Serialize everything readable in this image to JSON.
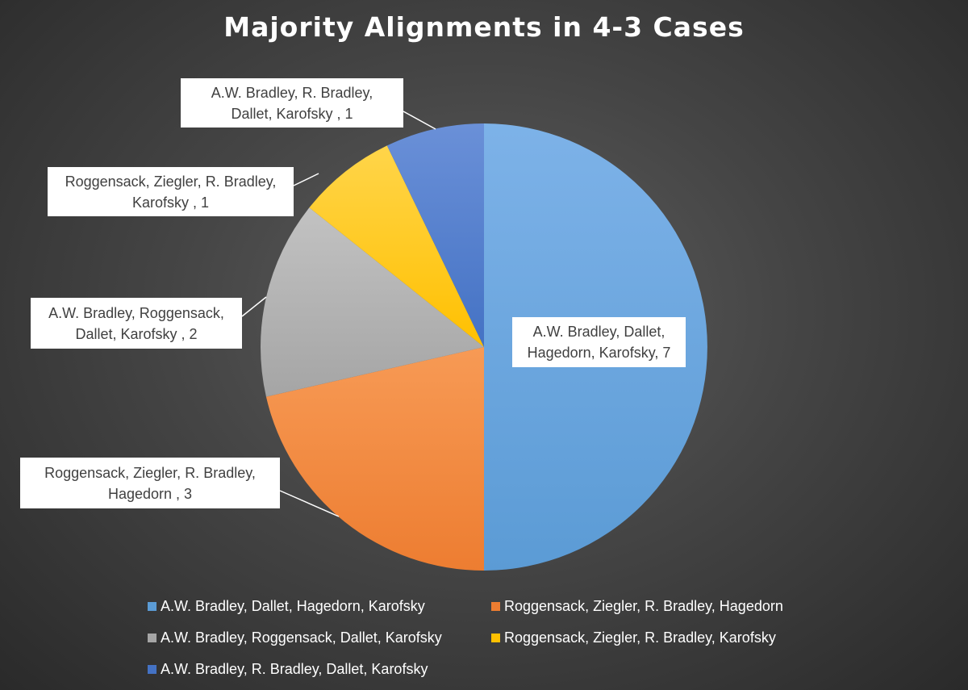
{
  "chart_data": {
    "type": "pie",
    "title": "Majority Alignments in 4-3 Cases",
    "start": "top-clockwise",
    "slices": [
      {
        "name": "A.W. Bradley, Dallet, Hagedorn, Karofsky",
        "value": 7,
        "label_line1": "A.W. Bradley, Dallet,",
        "label_line2": "Hagedorn, Karofsky, 7",
        "color": "#5b9bd5",
        "color_light": "#7db2e8"
      },
      {
        "name": "Roggensack, Ziegler, R. Bradley, Hagedorn",
        "value": 3,
        "label_line1": "Roggensack, Ziegler, R. Bradley,",
        "label_line2": "Hagedorn , 3",
        "color": "#ed7d31",
        "color_light": "#f79a55"
      },
      {
        "name": "A.W. Bradley, Roggensack, Dallet, Karofsky",
        "value": 2,
        "label_line1": "A.W. Bradley, Roggensack,",
        "label_line2": "Dallet, Karofsky , 2",
        "color": "#a5a5a5",
        "color_light": "#c2c2c2"
      },
      {
        "name": "Roggensack, Ziegler, R. Bradley, Karofsky",
        "value": 1,
        "label_line1": "Roggensack, Ziegler, R. Bradley,",
        "label_line2": "Karofsky , 1",
        "color": "#ffc000",
        "color_light": "#ffd54a"
      },
      {
        "name": "A.W. Bradley, R. Bradley, Dallet, Karofsky",
        "value": 1,
        "label_line1": "A.W. Bradley, R. Bradley,",
        "label_line2": "Dallet, Karofsky , 1",
        "color": "#4472c4",
        "color_light": "#6a90d8"
      }
    ],
    "legend_position": "bottom"
  }
}
